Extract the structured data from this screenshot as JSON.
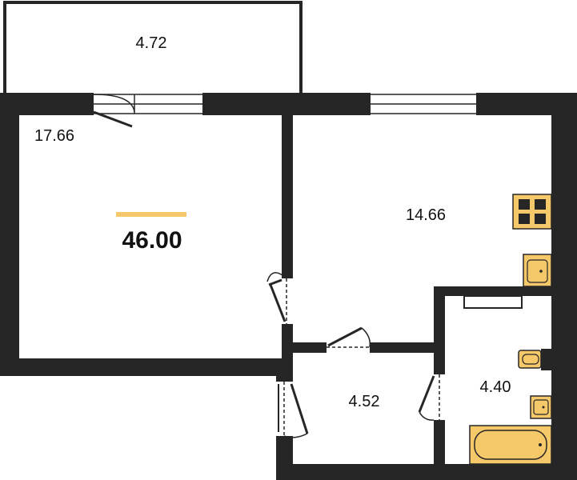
{
  "plan": {
    "total_area": "46.00",
    "accent_color": "#F5C86A",
    "wall_color": "#262626",
    "rooms": {
      "balcony": {
        "area": "4.72"
      },
      "living_room": {
        "area": "17.66"
      },
      "kitchen": {
        "area": "14.66"
      },
      "hallway": {
        "area": "4.52"
      },
      "bathroom": {
        "area": "4.40"
      }
    },
    "fixtures": [
      "stove-icon",
      "kitchen-sink-icon",
      "toilet-icon",
      "washbasin-icon",
      "bathtub-icon"
    ]
  }
}
